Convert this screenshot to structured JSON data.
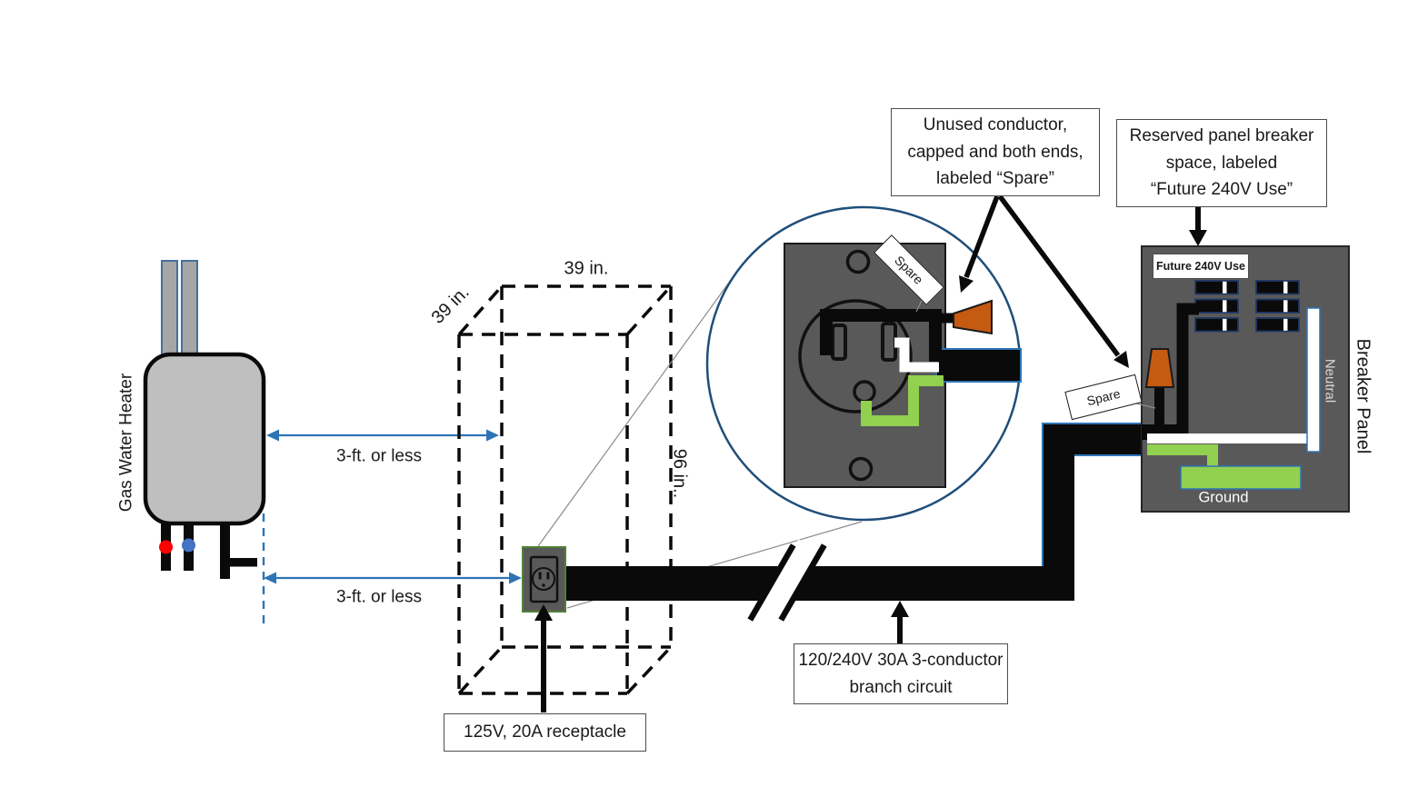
{
  "colors": {
    "panel_gray": "#595959",
    "heater_gray": "#BFBFBF",
    "wire_green": "#92D050",
    "cap_orange": "#C55A11",
    "accent_blue": "#2E74B5",
    "circle_navy": "#1F4E79"
  },
  "water_heater": {
    "label": "Gas Water Heater"
  },
  "alcove": {
    "width_label": "39 in.",
    "depth_label": "39 in.",
    "height_label": "96 in.."
  },
  "clearances": {
    "upper": "3-ft. or less",
    "lower": "3-ft. or less"
  },
  "receptacle": {
    "label": "125V, 20A receptacle"
  },
  "magnifier": {
    "spare_tag": "Spare"
  },
  "callouts": {
    "unused_conductor": "Unused conductor,\ncapped and both ends,\nlabeled “Spare”",
    "reserved_space": "Reserved panel breaker\nspace, labeled\n“Future 240V Use”",
    "branch_circuit": "120/240V 30A 3-conductor\nbranch circuit"
  },
  "panel": {
    "title": "Breaker Panel",
    "future_label": "Future 240V Use",
    "spare_tag": "Spare",
    "neutral": "Neutral",
    "ground": "Ground"
  }
}
